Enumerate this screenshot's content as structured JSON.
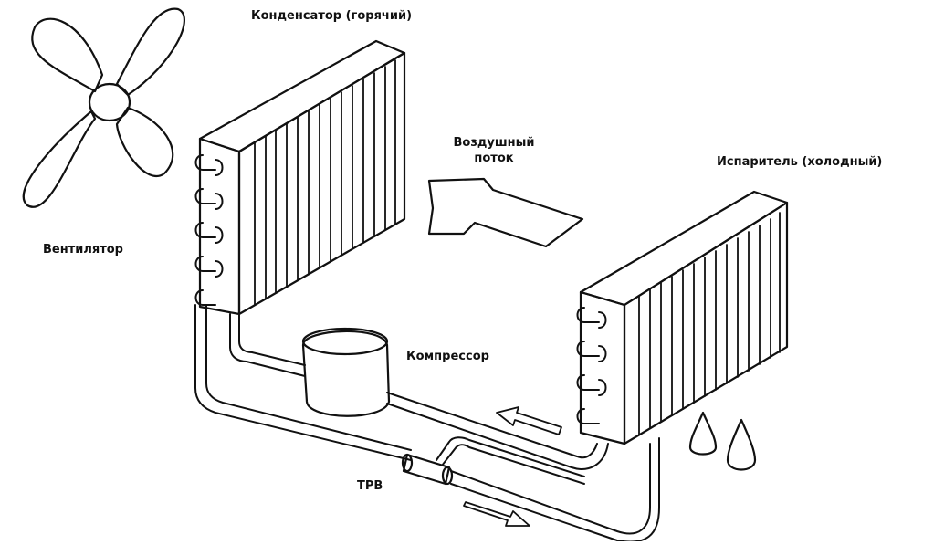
{
  "labels": {
    "condenser": "Конденсатор (горячий)",
    "airflow_line1": "Воздушный",
    "airflow_line2": "поток",
    "evaporator": "Испаритель (холодный)",
    "fan": "Вентилятор",
    "compressor": "Компрессор",
    "trv": "TPB"
  },
  "colors": {
    "ink": "#111111",
    "background": "#ffffff"
  }
}
